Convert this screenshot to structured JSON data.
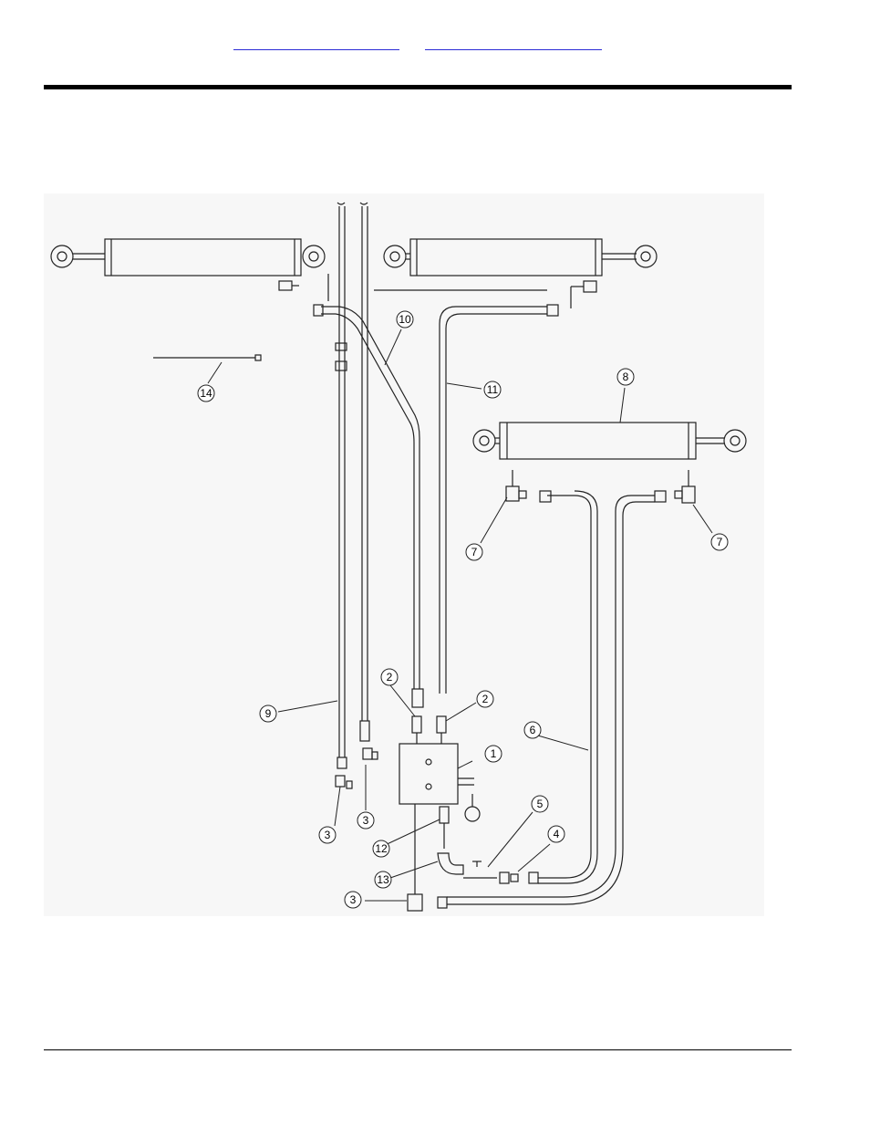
{
  "header": {
    "links": [
      {
        "label": ""
      },
      {
        "label": ""
      }
    ]
  },
  "diagram": {
    "callouts": [
      "1",
      "2",
      "2",
      "3",
      "3",
      "3",
      "4",
      "5",
      "6",
      "7",
      "7",
      "8",
      "9",
      "10",
      "11",
      "12",
      "13",
      "14"
    ]
  }
}
